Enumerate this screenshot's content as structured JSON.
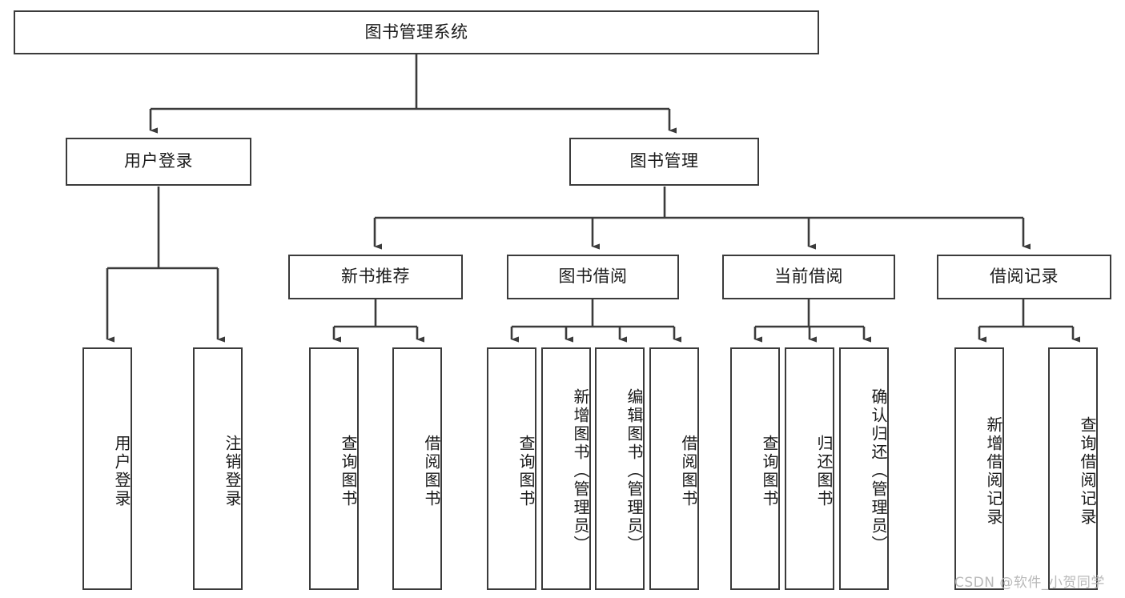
{
  "diagram": {
    "title_node": {
      "label": "图书管理系统"
    },
    "level1": [
      {
        "id": "user-login",
        "label": "用户登录"
      },
      {
        "id": "book-management",
        "label": "图书管理"
      }
    ],
    "level2": [
      {
        "id": "new-book-recommend",
        "label": "新书推荐"
      },
      {
        "id": "book-borrow",
        "label": "图书借阅"
      },
      {
        "id": "current-borrow",
        "label": "当前借阅"
      },
      {
        "id": "borrow-record",
        "label": "借阅记录"
      }
    ],
    "leaves": {
      "user_login": [
        {
          "id": "leaf-user-login",
          "label": "用户登录"
        },
        {
          "id": "leaf-logout-login",
          "label": "注销登录"
        }
      ],
      "new_book_recommend": [
        {
          "id": "leaf-query-book-1",
          "label": "查询图书"
        },
        {
          "id": "leaf-borrow-book-1",
          "label": "借阅图书"
        }
      ],
      "book_borrow": [
        {
          "id": "leaf-query-book-2",
          "label": "查询图书"
        },
        {
          "id": "leaf-add-book",
          "label": "新增图书（管理员）"
        },
        {
          "id": "leaf-edit-book",
          "label": "编辑图书（管理员）"
        },
        {
          "id": "leaf-borrow-book-2",
          "label": "借阅图书"
        }
      ],
      "current_borrow": [
        {
          "id": "leaf-query-book-3",
          "label": "查询图书"
        },
        {
          "id": "leaf-return-book",
          "label": "归还图书"
        },
        {
          "id": "leaf-confirm-return",
          "label": "确认归还（管理员）"
        }
      ],
      "borrow_record": [
        {
          "id": "leaf-add-record",
          "label": "新增借阅记录"
        },
        {
          "id": "leaf-query-record",
          "label": "查询借阅记录"
        }
      ]
    },
    "watermark": "CSDN @软件_小贺同学",
    "colors": {
      "border": "#3b3b3b",
      "background": "#ffffff",
      "text": "#1a1a1a",
      "watermark": "#b9b9b9"
    }
  }
}
